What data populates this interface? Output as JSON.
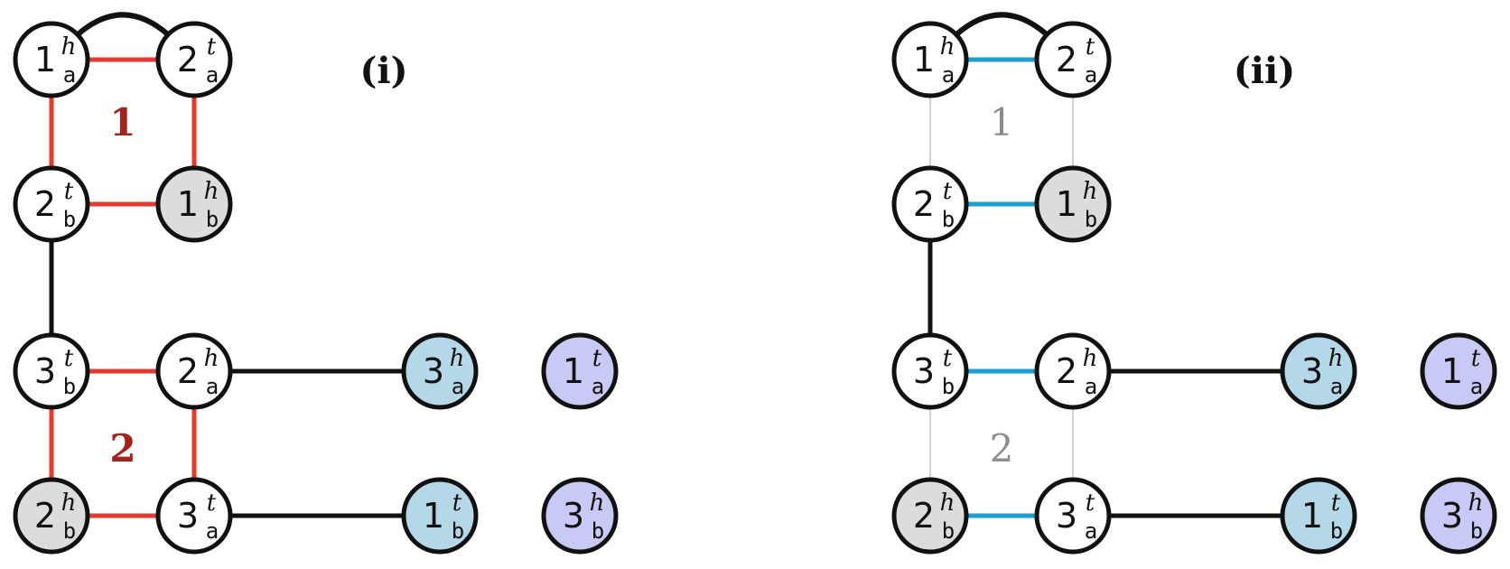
{
  "colors": {
    "white": "#ffffff",
    "gray_node": "#dcdcdc",
    "blue_node": "#b5d8e8",
    "purple_node": "#c9c9f5",
    "red_edge": "#e63a2e",
    "cyan_edge": "#1a9fd1",
    "thin_edge": "#c4c4c4",
    "black_edge": "#111111",
    "cycle_red": "#a3241c",
    "cycle_gray": "#8c8c8c"
  },
  "panels": [
    {
      "id": "i",
      "label": "(i)",
      "cycles": [
        {
          "id": "c1",
          "text": "1"
        },
        {
          "id": "c2",
          "text": "2"
        }
      ],
      "nodes": [
        {
          "id": "n1",
          "num": "1",
          "sup": "h",
          "sub": "a",
          "fill": "white"
        },
        {
          "id": "n2",
          "num": "2",
          "sup": "t",
          "sub": "a",
          "fill": "white"
        },
        {
          "id": "n3",
          "num": "2",
          "sup": "t",
          "sub": "b",
          "fill": "white"
        },
        {
          "id": "n4",
          "num": "1",
          "sup": "h",
          "sub": "b",
          "fill": "gray_node"
        },
        {
          "id": "n5",
          "num": "3",
          "sup": "t",
          "sub": "b",
          "fill": "white"
        },
        {
          "id": "n6",
          "num": "2",
          "sup": "h",
          "sub": "a",
          "fill": "white"
        },
        {
          "id": "n7",
          "num": "3",
          "sup": "h",
          "sub": "a",
          "fill": "blue_node"
        },
        {
          "id": "n8",
          "num": "1",
          "sup": "t",
          "sub": "a",
          "fill": "purple_node"
        },
        {
          "id": "n9",
          "num": "2",
          "sup": "h",
          "sub": "b",
          "fill": "gray_node"
        },
        {
          "id": "n10",
          "num": "3",
          "sup": "t",
          "sub": "a",
          "fill": "white"
        },
        {
          "id": "n11",
          "num": "1",
          "sup": "t",
          "sub": "b",
          "fill": "blue_node"
        },
        {
          "id": "n12",
          "num": "3",
          "sup": "h",
          "sub": "b",
          "fill": "purple_node"
        }
      ],
      "edges": [
        {
          "from": "n1",
          "to": "n2",
          "style": "red_edge"
        },
        {
          "from": "n1",
          "to": "n3",
          "style": "red_edge"
        },
        {
          "from": "n2",
          "to": "n4",
          "style": "red_edge"
        },
        {
          "from": "n3",
          "to": "n4",
          "style": "red_edge"
        },
        {
          "from": "n3",
          "to": "n5",
          "style": "black_edge"
        },
        {
          "from": "n5",
          "to": "n6",
          "style": "red_edge"
        },
        {
          "from": "n5",
          "to": "n9",
          "style": "red_edge"
        },
        {
          "from": "n6",
          "to": "n10",
          "style": "red_edge"
        },
        {
          "from": "n9",
          "to": "n10",
          "style": "red_edge"
        },
        {
          "from": "n6",
          "to": "n7",
          "style": "black_edge"
        },
        {
          "from": "n10",
          "to": "n11",
          "style": "black_edge"
        },
        {
          "from": "n1",
          "to": "n2",
          "style": "arc"
        }
      ]
    },
    {
      "id": "ii",
      "label": "(ii)",
      "cycles": [
        {
          "id": "c1",
          "text": "1"
        },
        {
          "id": "c2",
          "text": "2"
        }
      ],
      "nodes": [
        {
          "id": "n1",
          "num": "1",
          "sup": "h",
          "sub": "a",
          "fill": "white"
        },
        {
          "id": "n2",
          "num": "2",
          "sup": "t",
          "sub": "a",
          "fill": "white"
        },
        {
          "id": "n3",
          "num": "2",
          "sup": "t",
          "sub": "b",
          "fill": "white"
        },
        {
          "id": "n4",
          "num": "1",
          "sup": "h",
          "sub": "b",
          "fill": "gray_node"
        },
        {
          "id": "n5",
          "num": "3",
          "sup": "t",
          "sub": "b",
          "fill": "white"
        },
        {
          "id": "n6",
          "num": "2",
          "sup": "h",
          "sub": "a",
          "fill": "white"
        },
        {
          "id": "n7",
          "num": "3",
          "sup": "h",
          "sub": "a",
          "fill": "blue_node"
        },
        {
          "id": "n8",
          "num": "1",
          "sup": "t",
          "sub": "a",
          "fill": "purple_node"
        },
        {
          "id": "n9",
          "num": "2",
          "sup": "h",
          "sub": "b",
          "fill": "gray_node"
        },
        {
          "id": "n10",
          "num": "3",
          "sup": "t",
          "sub": "a",
          "fill": "white"
        },
        {
          "id": "n11",
          "num": "1",
          "sup": "t",
          "sub": "b",
          "fill": "blue_node"
        },
        {
          "id": "n12",
          "num": "3",
          "sup": "h",
          "sub": "b",
          "fill": "purple_node"
        }
      ],
      "edges": [
        {
          "from": "n1",
          "to": "n2",
          "style": "cyan_edge"
        },
        {
          "from": "n1",
          "to": "n3",
          "style": "thin_edge"
        },
        {
          "from": "n2",
          "to": "n4",
          "style": "thin_edge"
        },
        {
          "from": "n3",
          "to": "n4",
          "style": "cyan_edge"
        },
        {
          "from": "n3",
          "to": "n5",
          "style": "black_edge"
        },
        {
          "from": "n5",
          "to": "n6",
          "style": "cyan_edge"
        },
        {
          "from": "n5",
          "to": "n9",
          "style": "thin_edge"
        },
        {
          "from": "n6",
          "to": "n10",
          "style": "thin_edge"
        },
        {
          "from": "n9",
          "to": "n10",
          "style": "cyan_edge"
        },
        {
          "from": "n6",
          "to": "n7",
          "style": "black_edge"
        },
        {
          "from": "n10",
          "to": "n11",
          "style": "black_edge"
        },
        {
          "from": "n1",
          "to": "n2",
          "style": "arc"
        }
      ]
    }
  ]
}
